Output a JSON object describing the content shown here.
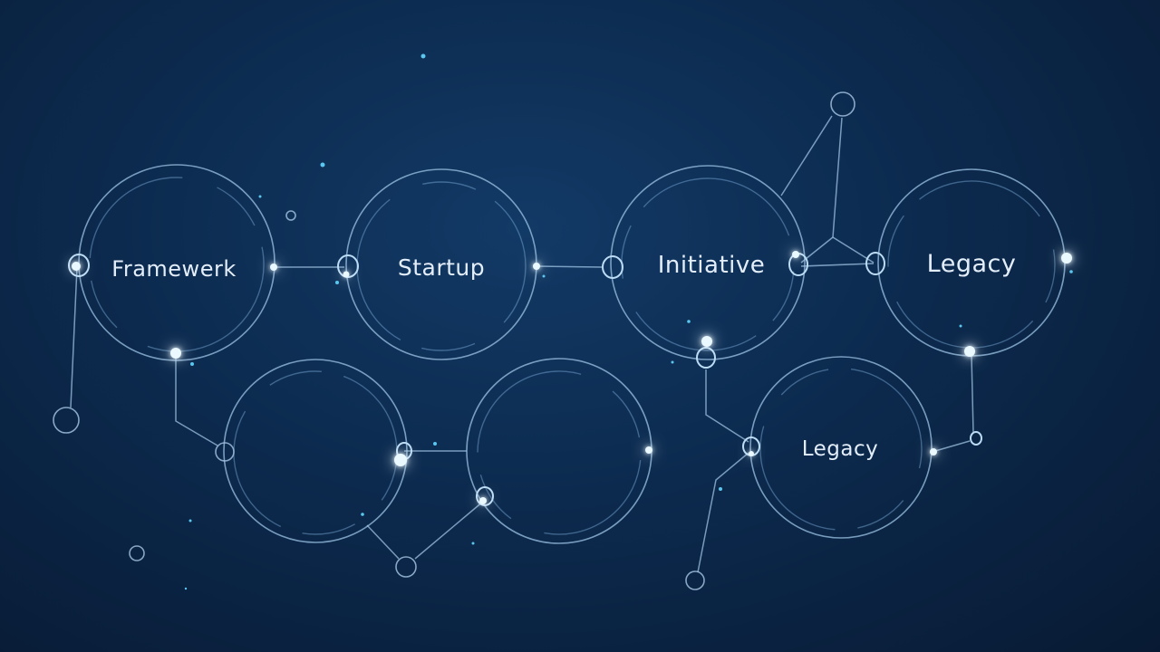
{
  "diagram": {
    "node_labels": {
      "n1": "Framewerk",
      "n2": "Startup",
      "n3": "Initiative",
      "n4": "Legacy",
      "n7": "Legacy"
    },
    "colors": {
      "background": "#0c2a4e",
      "ring": "#9ec4e6",
      "glow": "#eaf8ff",
      "accent_dot": "#5cc7ee",
      "text": "#e3eefa"
    }
  }
}
